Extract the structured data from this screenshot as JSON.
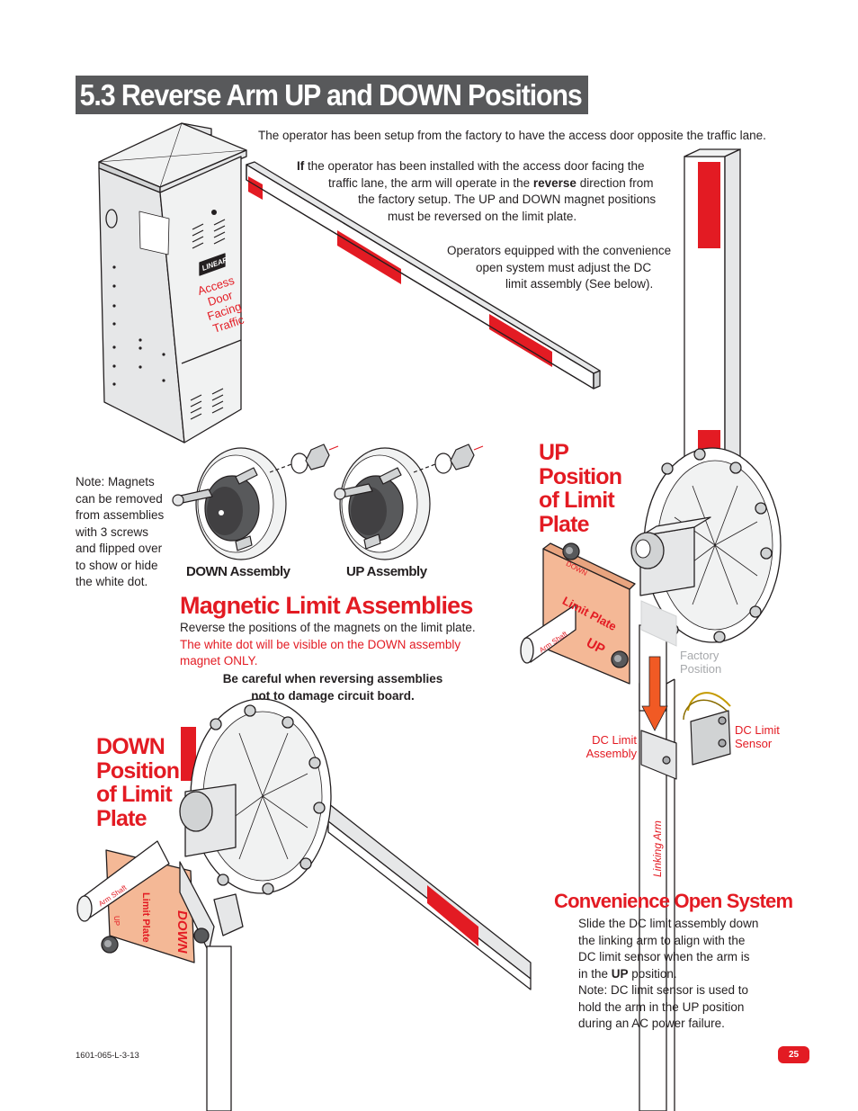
{
  "section_title": "5.3 Reverse Arm UP and DOWN Positions",
  "intro": {
    "line1": "The operator has been setup from the factory to have the access door opposite the traffic lane.",
    "p2": {
      "if": "If",
      "a": " the operator has been installed with the access door facing the",
      "b": "traffic lane, the arm will operate in the ",
      "reverse": "reverse",
      "c": " direction from",
      "d": "the factory setup. The UP and DOWN magnet positions",
      "e": "must be reversed on the limit plate."
    },
    "p3": {
      "a": "Operators equipped with the convenience",
      "b": "open system must adjust the DC",
      "c": "limit assembly (See below)."
    }
  },
  "cabinet": {
    "door_label": [
      "Access",
      "Door",
      "Facing",
      "Traffic"
    ],
    "logo": "LINEAR"
  },
  "note": [
    "Note: Magnets",
    "can be removed",
    "from assemblies",
    "with 3 screws",
    "and flipped over",
    "to show or hide",
    "the white dot."
  ],
  "assembly_labels": {
    "down": "DOWN Assembly",
    "up": "UP Assembly"
  },
  "magnetic": {
    "heading": "Magnetic Limit Assemblies",
    "line1": "Reverse the positions of the magnets on the limit plate.",
    "red1": "The white dot will be visible on the DOWN assembly",
    "red2": "magnet ONLY.",
    "caution1": "Be careful when reversing assemblies",
    "caution2": "not to damage circuit board."
  },
  "up_position": {
    "heading": [
      "UP",
      "Position",
      "of Limit",
      "Plate"
    ]
  },
  "down_position": {
    "heading": [
      "DOWN",
      "Position",
      "of Limit",
      "Plate"
    ]
  },
  "up_plate": {
    "top": "DOWN",
    "middle": "Limit Plate",
    "bottom": "UP",
    "shaft": "Arm Shaft"
  },
  "down_plate": {
    "middle": "Limit Plate",
    "big": "DOWN",
    "small": "UP",
    "shaft": "Arm Shaft"
  },
  "labels": {
    "factory": [
      "Factory",
      "Position"
    ],
    "dc_limit_assembly": [
      "DC Limit",
      "Assembly"
    ],
    "dc_limit_sensor": [
      "DC Limit",
      "Sensor"
    ],
    "linking_arm": "Linking Arm"
  },
  "convenience": {
    "heading": "Convenience Open System",
    "lines": [
      "Slide the DC limit assembly down",
      "the linking arm to align with the",
      "DC limit sensor when the arm is"
    ],
    "up_line_a": "in the ",
    "up_line_b": "UP",
    "up_line_c": " position.",
    "note_lines": [
      "Note: DC limit sensor is used to",
      "hold the arm in the UP position",
      "during an AC power failure."
    ]
  },
  "footer": {
    "doc_id": "1601-065-L-3-13",
    "page": "25"
  },
  "colors": {
    "accent_red": "#e31b23",
    "title_bg": "#58595b",
    "plate": "#f4b896"
  }
}
